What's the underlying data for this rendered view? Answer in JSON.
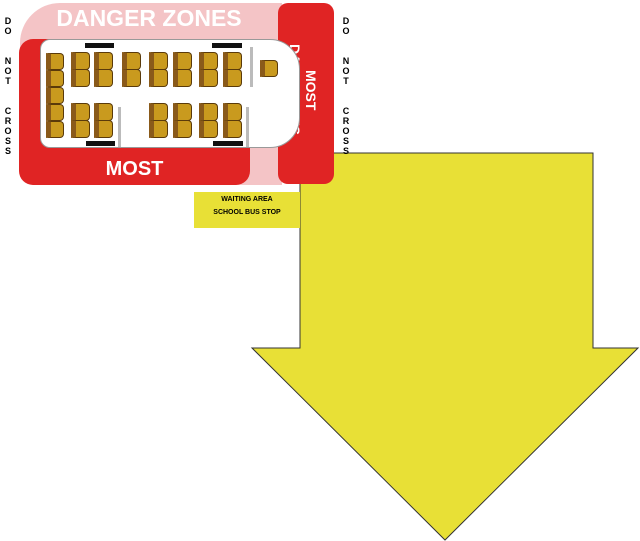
{
  "title": "DANGER ZONES",
  "most_label": "MOST",
  "most_dangerous_label": "MOST DANGEROUS",
  "side_left": "D\nO\n\n\nN\nO\nT\n\n\nC\nR\nO\nS\nS",
  "side_right": "D\nO\n\n\nN\nO\nT\n\n\nC\nR\nO\nS\nS",
  "waiting_area": "WAITING AREA",
  "bus_stop": "SCHOOL BUS STOP",
  "colors": {
    "danger": "#e02424",
    "zone": "#f4c4c6",
    "stop": "#e8e036"
  }
}
